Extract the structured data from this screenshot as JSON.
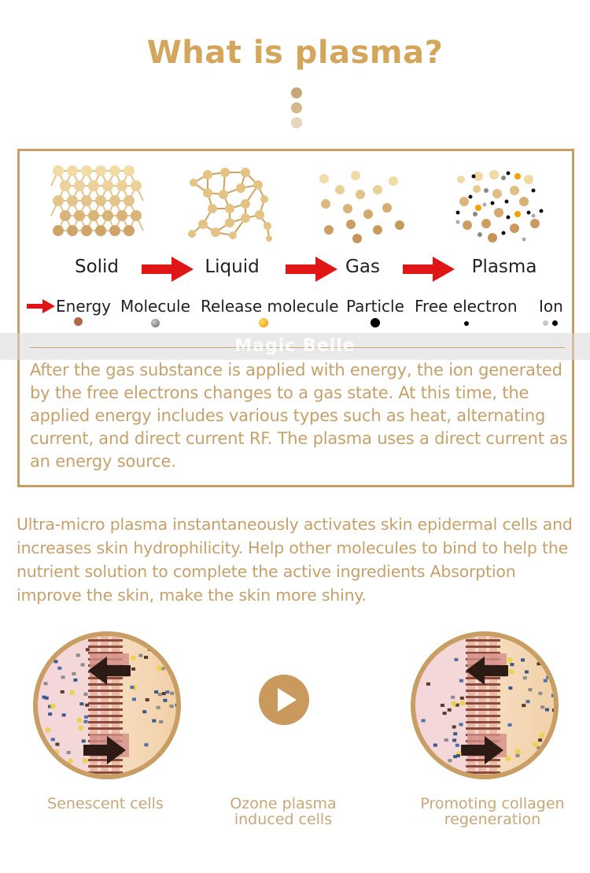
{
  "title": "What is plasma?",
  "states": {
    "solid": "Solid",
    "liquid": "Liquid",
    "gas": "Gas",
    "plasma": "Plasma"
  },
  "legend": {
    "energy": "Energy",
    "molecule": "Molecule",
    "release_molecule": "Release molecule",
    "particle": "Particle",
    "free_electron": "Free electron",
    "ion": "Ion"
  },
  "watermark": "Magic Belle",
  "box_text": "After the gas substance is applied with energy, the ion generated by the free electrons changes to a gas state. At this time, the applied energy includes various types such as heat, alternating current, and direct current RF. The plasma uses a direct current as an energy source.",
  "body_text": "Ultra-micro plasma instantaneously activates skin epidermal cells and increases skin hydrophilicity. Help other molecules to bind to help the nutrient solution to complete the active ingredients Absorption improve the skin, make the skin more shiny.",
  "captions": {
    "senescent": "Senescent cells",
    "ozone_line1": "Ozone plasma",
    "ozone_line2": "induced cells",
    "promoting_line1": "Promoting collagen",
    "promoting_line2": "regeneration"
  },
  "colors": {
    "gold": "#d3a65c",
    "text_gold": "#c6a06b",
    "border": "#c99e64",
    "arrow_red": "#e01515",
    "energy_dot": "#b06a4a",
    "molecule_dot": "#8a8a8a",
    "release_dot": "#f2a400",
    "particle_dot": "#000000"
  },
  "icons": {
    "play": "play-icon",
    "arrow": "right-arrow-icon"
  }
}
